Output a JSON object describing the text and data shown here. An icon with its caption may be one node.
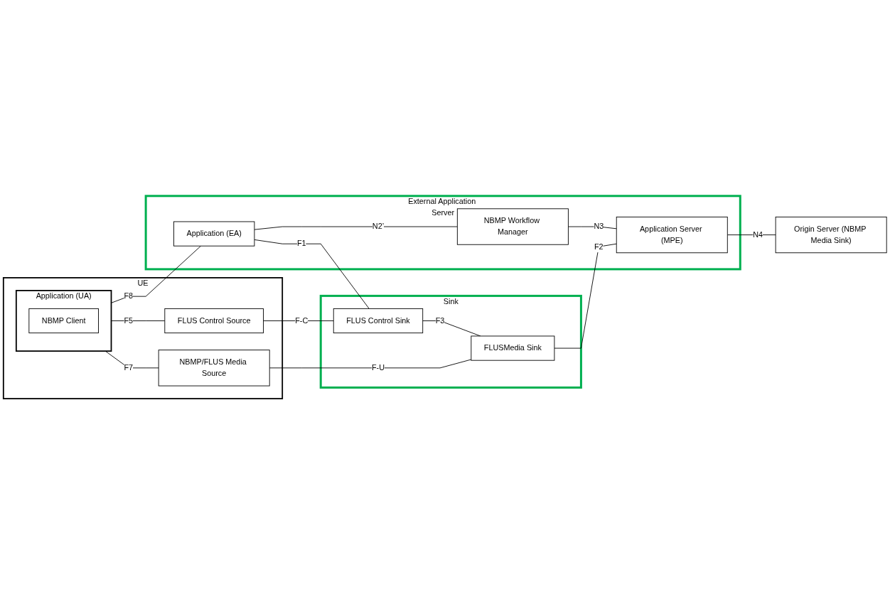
{
  "diagram": {
    "nodes": [
      {
        "text": [
          "UE"
        ]
      },
      {
        "text": [
          "Application (UA)"
        ],
        "in": 0
      },
      {
        "text": [
          "NBMP Client"
        ],
        "in": 1
      },
      {
        "text": [
          "FLUS Control Source"
        ],
        "in": 0
      },
      {
        "text": [
          "NBMP/FLUS Media Source"
        ],
        "in": 0
      },
      {
        "text": [
          "External Application Server"
        ]
      },
      {
        "text": [
          "Application (EA)"
        ],
        "in": 5
      },
      {
        "text": [
          "NBMP Workflow Manager"
        ],
        "in": 5
      },
      {
        "text": [
          "Application Server (MPE)"
        ],
        "in": 5
      },
      {
        "text": [
          "Sink"
        ]
      },
      {
        "text": [
          "FLUS Control Sink"
        ],
        "in": 9
      },
      {
        "text": [
          "FLUSMedia Sink"
        ],
        "in": 9
      },
      {
        "text": [
          "Origin Server (NBMP Media Sink)"
        ]
      }
    ],
    "edges": [
      {
        "from": 1,
        "to": 6,
        "arrow": "none",
        "label": "F8"
      },
      {
        "from": 6,
        "to": 7,
        "arrow": "none",
        "label": "N2’"
      },
      {
        "from": 6,
        "to": 10,
        "arrow": "none",
        "label": "F1"
      },
      {
        "from": 1,
        "to": 3,
        "arrow": "none",
        "label": "F5"
      },
      {
        "from": 1,
        "to": 4,
        "arrow": "none",
        "label": "F7"
      },
      {
        "from": 3,
        "to": 10,
        "arrow": "none",
        "label": "F-C"
      },
      {
        "from": 10,
        "to": 11,
        "arrow": "none",
        "label": "F3"
      },
      {
        "from": 4,
        "to": 11,
        "arrow": "none",
        "label": "F-U"
      },
      {
        "from": 11,
        "to": 8,
        "arrow": "none",
        "label": "F2"
      },
      {
        "from": 7,
        "to": 8,
        "arrow": "none",
        "label": "N3"
      },
      {
        "from": 8,
        "to": 12,
        "arrow": "none",
        "label": "N4"
      }
    ]
  }
}
